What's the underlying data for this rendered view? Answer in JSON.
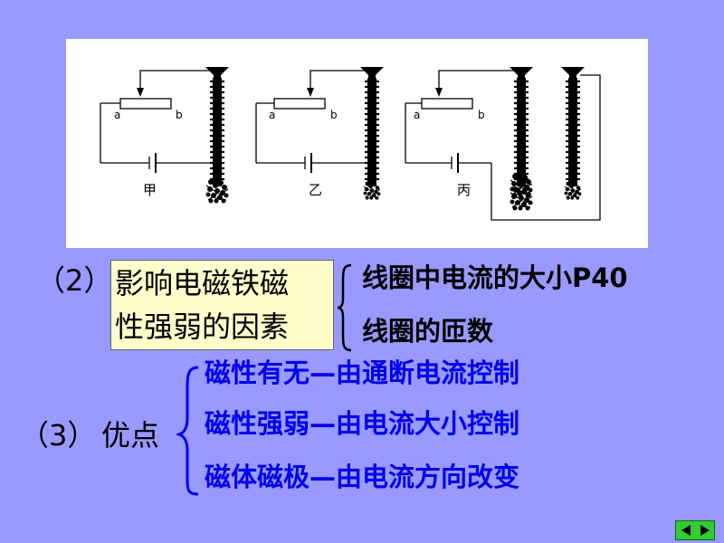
{
  "figure": {
    "label_a": "a",
    "label_b": "b",
    "captions": [
      "甲",
      "乙",
      "丙"
    ]
  },
  "section2": {
    "number": "（2）",
    "title_line1": "影响电磁铁磁",
    "title_line2": "性强弱的因素",
    "items": [
      "线圈中电流的大小P40",
      "线圈的匝数"
    ]
  },
  "section3": {
    "number": "（3）",
    "title": "优点",
    "items": [
      "磁性有无—由通断电流控制",
      "磁性强弱—由电流大小控制",
      "磁体磁极—由电流方向改变"
    ]
  },
  "nav": {
    "prev_icon": "triangle-left-icon",
    "next_icon": "triangle-right-icon",
    "color": "#33cc33"
  },
  "colors": {
    "background": "#9999ff",
    "blue_text": "#0000ee",
    "box_fill": "#ffffcc"
  }
}
